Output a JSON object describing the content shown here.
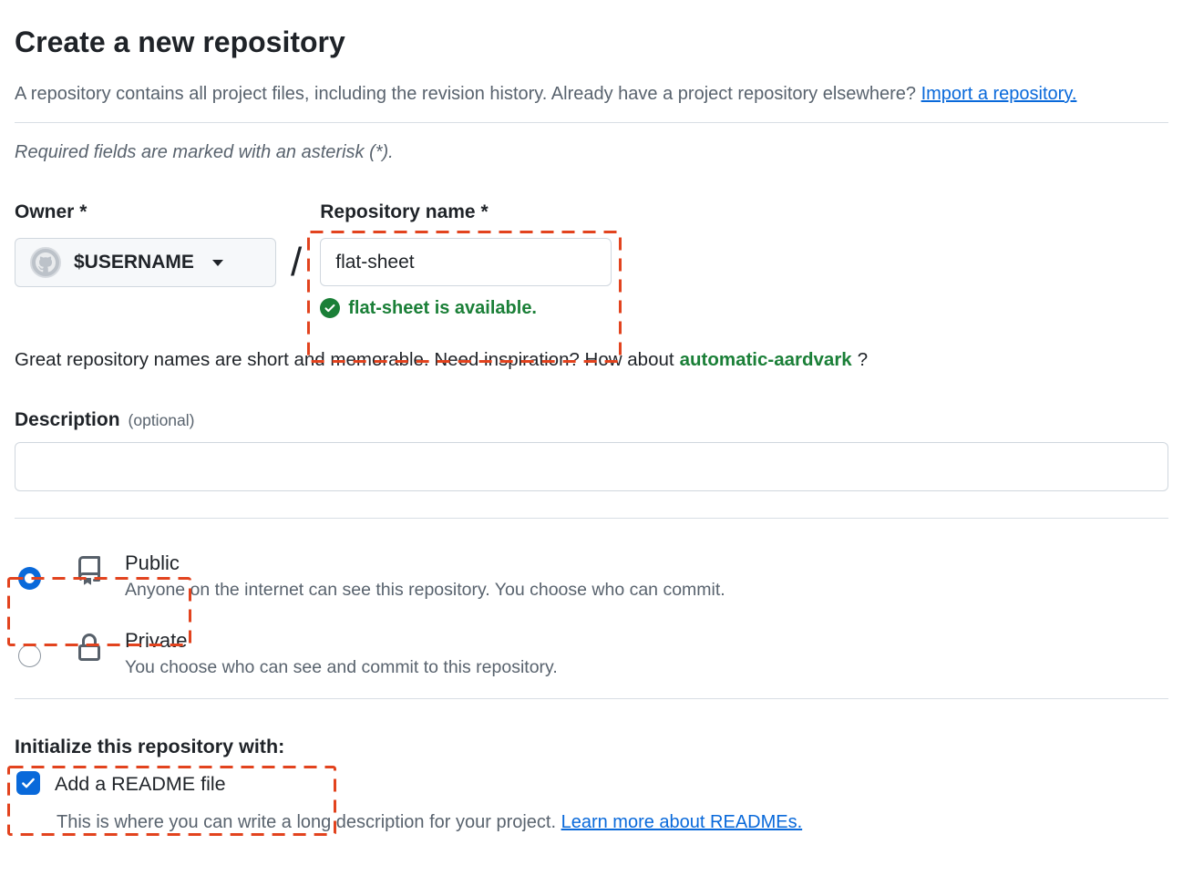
{
  "page": {
    "title": "Create a new repository",
    "intro_text": "A repository contains all project files, including the revision history. Already have a project repository elsewhere?",
    "intro_link": "Import a repository.",
    "required_note": "Required fields are marked with an asterisk (*)."
  },
  "owner": {
    "label": "Owner",
    "asterisk": "*",
    "selected_value": "$USERNAME",
    "separator": "/"
  },
  "repo_name": {
    "label": "Repository name",
    "asterisk": "*",
    "value": "flat-sheet",
    "availability_message": "flat-sheet is available."
  },
  "suggestion": {
    "text_before": "Great repository names are short and memorable. Need inspiration? How about",
    "suggested_name": "automatic-aardvark",
    "text_after": "?"
  },
  "description": {
    "label": "Description",
    "optional_hint": "(optional)",
    "value": "",
    "placeholder": ""
  },
  "visibility": {
    "public": {
      "label": "Public",
      "description": "Anyone on the internet can see this repository. You choose who can commit.",
      "selected": true
    },
    "private": {
      "label": "Private",
      "description": "You choose who can see and commit to this repository.",
      "selected": false
    }
  },
  "initialize": {
    "heading": "Initialize this repository with:",
    "readme_label": "Add a README file",
    "readme_checked": true,
    "readme_note": "This is where you can write a long description for your project.",
    "readme_link": "Learn more about READMEs."
  },
  "icons": {
    "avatar": "github-octocat-avatar",
    "owner_caret": "chevron-down-icon",
    "availability": "check-circle-icon",
    "public": "repo-book-icon",
    "private": "lock-icon",
    "readme": "checkmark-icon"
  },
  "colors": {
    "link_blue": "#0969da",
    "accent_blue": "#0969da",
    "success_green": "#1a7f37",
    "text_dark": "#1f2328",
    "text_muted": "#59636e",
    "border": "#d0d7de",
    "annotation_red": "#e2431e"
  }
}
